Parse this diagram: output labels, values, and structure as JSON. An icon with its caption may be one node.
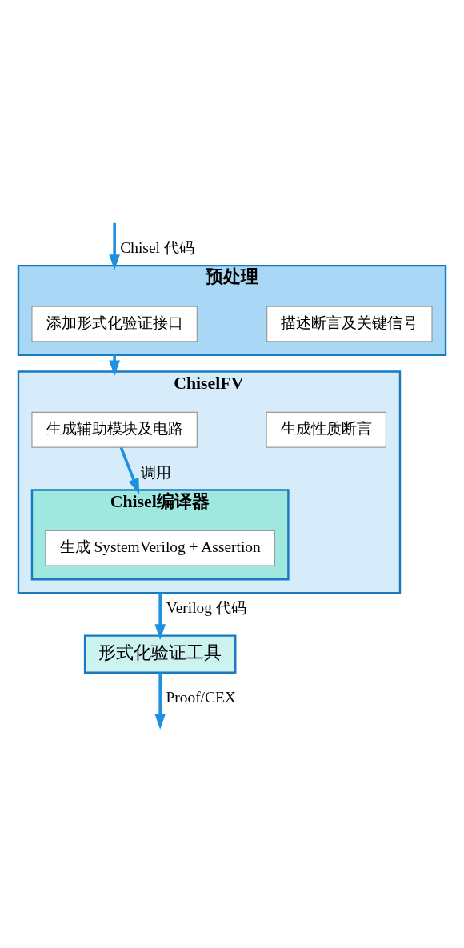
{
  "diagram": {
    "nodes": [
      {
        "text": [
          "预处理"
        ]
      },
      {
        "text": [
          "添加形式化验证接口"
        ],
        "in": 0
      },
      {
        "text": [
          "描述断言及关键信号"
        ],
        "in": 0
      },
      {
        "text": [
          "ChiselFV"
        ]
      },
      {
        "text": [
          "生成辅助模块及电路"
        ],
        "in": 3
      },
      {
        "text": [
          "生成性质断言"
        ],
        "in": 3
      },
      {
        "text": [
          "Chisel编译器"
        ],
        "in": 3
      },
      {
        "text": [
          "生成 SystemVerilog + Assertion"
        ],
        "in": 6
      },
      {
        "text": [
          "形式化验证工具"
        ]
      }
    ],
    "edges": [
      {
        "from": null,
        "to": 0,
        "arrow": "to",
        "label": "Chisel 代码"
      },
      {
        "from": 0,
        "to": 3,
        "arrow": "to"
      },
      {
        "from": 4,
        "to": 6,
        "arrow": "to",
        "label": "调用"
      },
      {
        "from": 3,
        "to": 8,
        "arrow": "to",
        "label": "Verilog 代码"
      },
      {
        "from": 8,
        "to": null,
        "arrow": "to",
        "label": "Proof/CEX"
      }
    ]
  }
}
